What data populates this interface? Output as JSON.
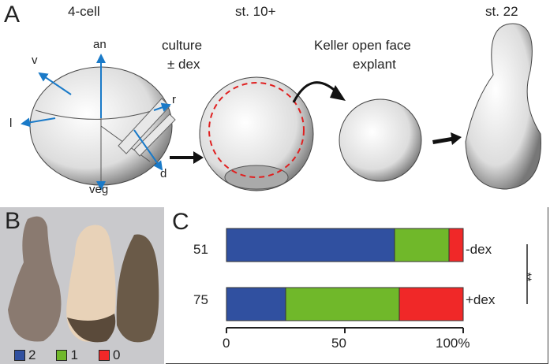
{
  "panel_a": {
    "label": "A",
    "stage_4cell": "4-cell",
    "axis_an": "an",
    "axis_v": "v",
    "axis_l": "l",
    "axis_r": "r",
    "axis_d": "d",
    "axis_veg": "veg",
    "step1": "culture",
    "step1b": "± dex",
    "stage_10": "st. 10+",
    "step2": "Keller open face",
    "step2b": "explant",
    "stage_22": "st. 22"
  },
  "panel_b": {
    "label": "B",
    "legend": [
      {
        "label": "2",
        "color": "#3050a0"
      },
      {
        "label": "1",
        "color": "#70b82a"
      },
      {
        "label": "0",
        "color": "#f02828"
      }
    ]
  },
  "panel_c": {
    "label": "C",
    "significance": "**"
  },
  "chart_data": {
    "type": "bar",
    "orientation": "horizontal-stacked",
    "categories": [
      "-dex",
      "+dex"
    ],
    "n_labels": [
      "51",
      "75"
    ],
    "series": [
      {
        "name": "2",
        "color": "#3050a0",
        "values": [
          71,
          25
        ]
      },
      {
        "name": "1",
        "color": "#70b82a",
        "values": [
          23,
          48
        ]
      },
      {
        "name": "0",
        "color": "#f02828",
        "values": [
          6,
          27
        ]
      }
    ],
    "xlim": [
      0,
      100
    ],
    "xticks": [
      "0",
      "50",
      "100%"
    ]
  }
}
